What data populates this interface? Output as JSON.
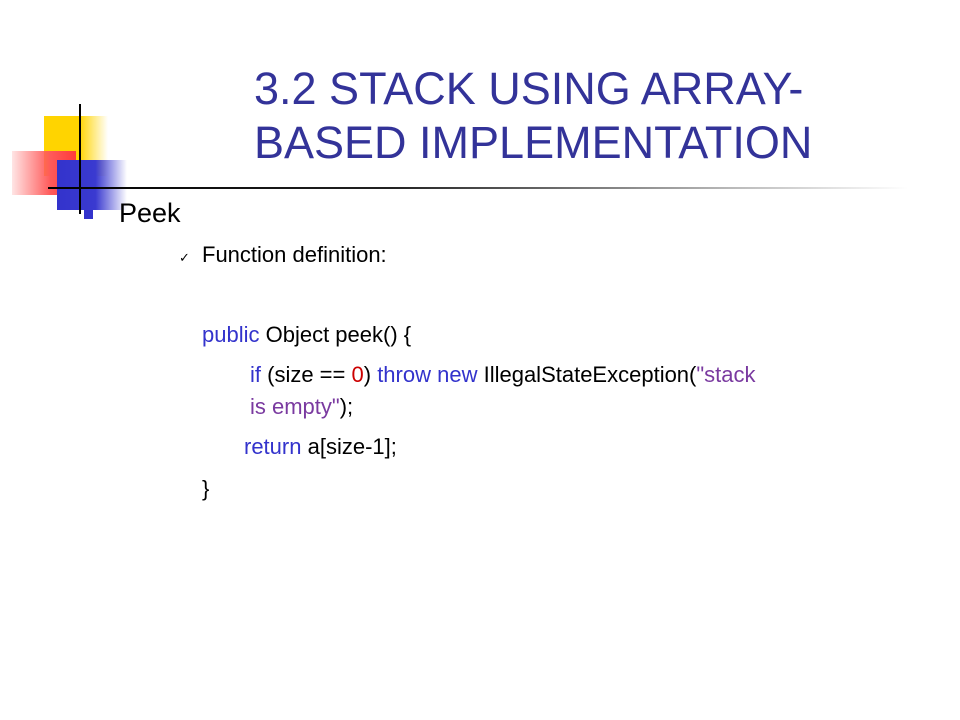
{
  "slide": {
    "title_line1": "3.2 STACK USING ARRAY-",
    "title_line2": "BASED IMPLEMENTATION",
    "bullet": "Peek",
    "sub_bullet": "Function definition:",
    "check_glyph": "✓",
    "code": {
      "line1": {
        "kw": "public",
        "rest": " Object peek() {"
      },
      "line2": {
        "kw_if": "if",
        "open": " (size == ",
        "num": "0",
        "close": ") ",
        "kw_throw": "throw",
        "sp": " ",
        "kw_new": "new",
        "cls": " IllegalStateException(",
        "str_part1": "\"stack",
        "str_part2": "is empty\"",
        "end": ");"
      },
      "line3": {
        "kw": "return",
        "rest": " a[size-1];"
      },
      "line4": "}"
    },
    "colors": {
      "title": "#333399",
      "keyword": "#3333cc",
      "number": "#cc0000",
      "string": "#7a3aa0",
      "deco_yellow": "#ffd400",
      "deco_red": "#ff5a5a",
      "deco_blue": "#3333cc"
    }
  }
}
